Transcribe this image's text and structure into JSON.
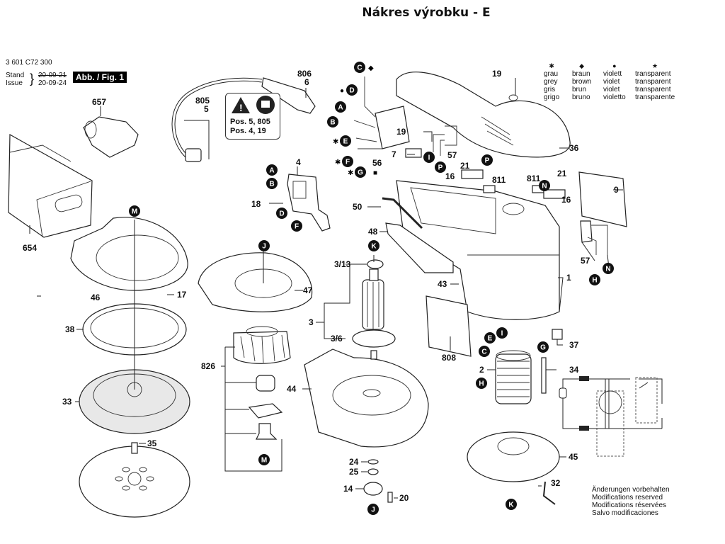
{
  "title": "Nákres výrobku - E",
  "header": {
    "part_number": "3 601 C72 300",
    "stand_label": "Stand",
    "issue_label": "Issue",
    "date_old": "20-09-21",
    "date_new": "20-09-24",
    "figure_tag": "Abb. / Fig. 1"
  },
  "warning_box": {
    "icons": [
      "warning-triangle-icon",
      "read-manual-icon"
    ],
    "line1": "Pos. 5, 805",
    "line2": "Pos. 4, 19"
  },
  "color_legend": [
    {
      "symbol": "✱",
      "symbol_name": "asterisk",
      "de": "grau",
      "en": "grey",
      "fr": "gris",
      "es": "grigo"
    },
    {
      "symbol": "◆",
      "symbol_name": "diamond",
      "de": "braun",
      "en": "brown",
      "fr": "brun",
      "es": "bruno"
    },
    {
      "symbol": "●",
      "symbol_name": "dot",
      "de": "violett",
      "en": "violet",
      "fr": "violet",
      "es": "violetto"
    },
    {
      "symbol": "★",
      "symbol_name": "star",
      "de": "transparent",
      "en": "transparent",
      "fr": "transparent",
      "es": "transparente"
    }
  ],
  "notes": [
    "Änderungen vorbehalten",
    "Modifications reserved",
    "Modifications réservées",
    "Salvo modificaciones"
  ],
  "part_labels": {
    "p657": "657",
    "p654": "654",
    "p805": "805",
    "p5": "5",
    "p806": "806",
    "p6": "6",
    "p4": "4",
    "p18": "18",
    "p56": "56",
    "p19a": "19",
    "p19b": "19",
    "p7": "7",
    "p57a": "57",
    "p36": "36",
    "p21a": "21",
    "p16a": "16",
    "p811a": "811",
    "p811b": "811",
    "p21b": "21",
    "p16b": "16",
    "p9": "9",
    "p50": "50",
    "p48": "48",
    "p57b": "57",
    "p1": "1",
    "p43": "43",
    "p46": "46",
    "p17": "17",
    "p38": "38",
    "p33": "33",
    "p35": "35",
    "p47": "47",
    "p3_13": "3/13",
    "p3": "3",
    "p3_6": "3/6",
    "p826": "826",
    "p44": "44",
    "p24": "24",
    "p25": "25",
    "p14": "14",
    "p20": "20",
    "p808": "808",
    "p37": "37",
    "p2": "2",
    "p34": "34",
    "p45": "45",
    "p32": "32"
  },
  "reference_badges": {
    "A1": "A",
    "B1": "B",
    "C1": "C",
    "D1": "D",
    "E1": "E",
    "F1": "F",
    "G1": "G",
    "A2": "A",
    "B2": "B",
    "D2": "D",
    "F2": "F",
    "I1": "I",
    "P1": "P",
    "P2": "P",
    "N1": "N",
    "N2": "N",
    "H1": "H",
    "M1": "M",
    "J1": "J",
    "K1": "K",
    "M2": "M",
    "J2": "J",
    "E2": "E",
    "I2": "I",
    "C2": "C",
    "G2": "G",
    "H2": "H",
    "K2": "K"
  },
  "badge_markers": {
    "C1": "◆",
    "D1": "●",
    "E1": "✱",
    "F1": "✱",
    "G1": "✱",
    "p56": "■"
  }
}
